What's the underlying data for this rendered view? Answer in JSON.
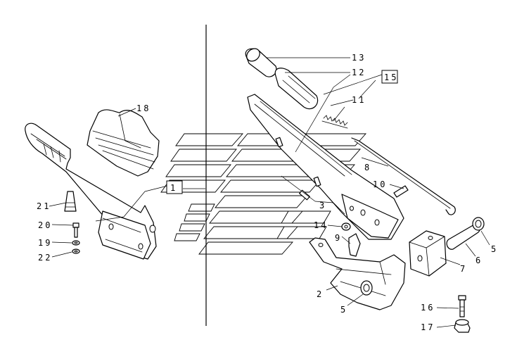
{
  "labels": {
    "l13": "13",
    "l12": "12",
    "l15": "15",
    "l11": "11",
    "l18": "18",
    "l8": "8",
    "l10": "10",
    "l1": "1",
    "l21": "21",
    "l20": "20",
    "l19": "19",
    "l22": "22",
    "l3": "3",
    "l14": "14",
    "l9": "9",
    "l5a": "5",
    "l6": "6",
    "l7": "7",
    "l2": "2",
    "l5b": "5",
    "l16": "16",
    "l17": "17"
  },
  "icons": {
    "watermark": "stacked-chevron-logo-icon"
  }
}
